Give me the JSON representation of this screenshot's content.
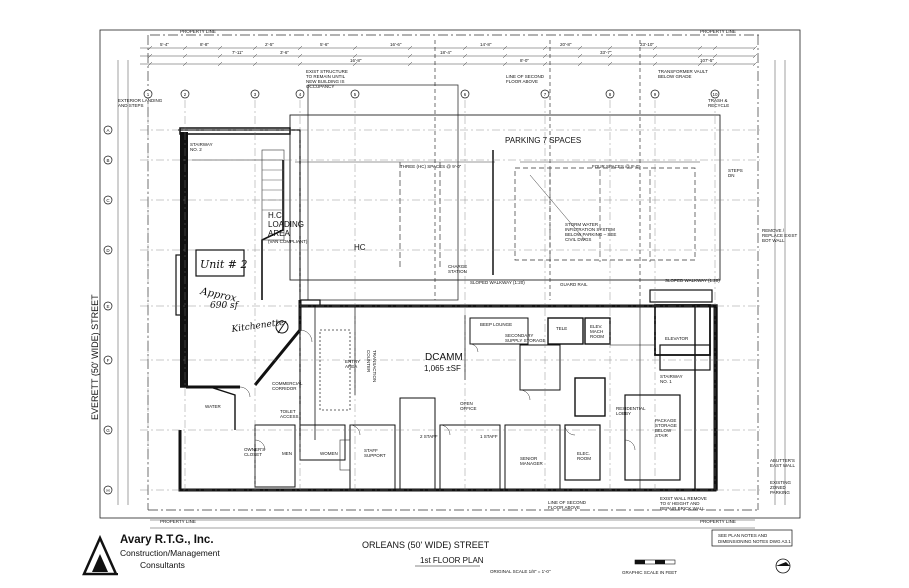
{
  "sheet": {
    "title": "1st FLOOR PLAN",
    "scale": "ORIGINAL SCALE 1/8\" = 1'-0\"",
    "graphic_scale": "GRAPHIC SCALE IN FEET",
    "notes_box": [
      "SEE PLAN NOTES AND",
      "DIMENSIONING NOTES DWG A3.1"
    ]
  },
  "company": {
    "name": "Avary R.T.G., Inc.",
    "line1": "Construction/Management",
    "line2": "Consultants"
  },
  "streets": {
    "left": "EVERETT     (50' WIDE)     STREET",
    "bottom": "ORLEANS     (50' WIDE)     STREET"
  },
  "labels": {
    "parking": "PARKING 7 SPACES",
    "hc_loading": [
      "H.C.",
      "LOADING",
      "AREA",
      "(VAN COMPLIANT)"
    ],
    "hc": "HC",
    "dcamm": [
      "DCAMM",
      "1,065 ±SF"
    ],
    "stormwater": [
      "STORM WATER",
      "INFILTRATION SYSTEM",
      "BELOW PARKING – SEE",
      "CIVIL DWGS"
    ],
    "line_second_floor": [
      "LINE OF SECOND",
      "FLOOR ABOVE"
    ],
    "exist_structure": [
      "EXIST STRUCTURE",
      "TO REMAIN UNTIL",
      "NEW BUILDING IS",
      "OCCUPANCY"
    ],
    "transformer": [
      "TRANSFORMER VAULT",
      "BELOW GRADE"
    ],
    "trash": [
      "TRASH &",
      "RECYCLE"
    ],
    "exterior_landing": [
      "EXTERIOR LANDING",
      "AND STEPS"
    ],
    "stairway_2": [
      "STAIRWAY",
      "NO. 2"
    ],
    "stairway_1": [
      "STAIRWAY",
      "NO. 1"
    ],
    "three_hc": "THREE (HC) SPACES @ 9'-0\"",
    "four_spaces": "FOUR SPACES @ 9'-0\"",
    "charge_station": [
      "CHARGE",
      "STATION"
    ],
    "sloped_walkway": "SLOPED WALKWAY (1:20)",
    "guard_rail": "GUARD RAIL",
    "entry_area": [
      "ENTRY",
      "AREA"
    ],
    "transaction": [
      "TRANSACTION",
      "COUNTER"
    ],
    "commercial_corridor": [
      "COMMERCIAL",
      "CORRIDOR"
    ],
    "open_office": [
      "OPEN",
      "OFFICE"
    ],
    "beep_lounge": "BEEP LOUNGE",
    "secondary_supply": [
      "SECONDARY",
      "SUPPLY STORAGE"
    ],
    "elev_mach": [
      "ELEV.",
      "MACH",
      "ROOM"
    ],
    "tele": "TELE",
    "elevator": "ELEVATOR",
    "residential_lobby": [
      "RESIDENTIAL",
      "LOBBY"
    ],
    "package_storage": [
      "PACKAGE",
      "STORAGE",
      "BELOW",
      "STAIR"
    ],
    "water": "WATER",
    "toilet": [
      "TOILET",
      "ACCESS"
    ],
    "men": "MEN",
    "women": "WOMEN",
    "owners_closet": [
      "OWNER'S",
      "CLOSET"
    ],
    "staff_support": [
      "STAFF",
      "SUPPORT"
    ],
    "two_staff_left": "2 STAFF",
    "one_staff": "1 STAFF",
    "senior_manager": [
      "SENIOR",
      "MANAGER"
    ],
    "elec_room": [
      "ELEC.",
      "ROOM"
    ],
    "existing_zoned": [
      "EXISTING",
      "ZONED",
      "PARKING"
    ],
    "abutters_wall": [
      "ABUTTER'S",
      "EAST WALL"
    ],
    "exist_wall_remove": [
      "EXIST WALL REMOVE",
      "TO 6' HEIGHT AND",
      "REPAIR BRICK WALL"
    ],
    "property_line": "PROPERTY LINE",
    "steps_dn": [
      "STEPS",
      "DN"
    ],
    "remove_replace": [
      "REMOVE /",
      "REPLACE EXIST",
      "BOT WALL"
    ]
  },
  "handwriting": {
    "unit": "Unit # 2",
    "approx": "Approx",
    "sf": "690 sf",
    "kitchenette": "Kitchenette"
  },
  "dimensions": [
    "5'-4\"",
    "8'-8\"",
    "7'-11\"",
    "2'-5\"",
    "3'-6\"",
    "5'-6\"",
    "16'-8\"",
    "16'-6\"",
    "18'-4\"",
    "14'-8\"",
    "8'-0\"",
    "20'-8\"",
    "33'-7\"",
    "23'-10\"",
    "107'-5\""
  ],
  "grid_columns": [
    "1",
    "2",
    "3",
    "4",
    "5",
    "6",
    "7",
    "8",
    "9",
    "10"
  ],
  "grid_rows": [
    "A",
    "B",
    "C",
    "D",
    "E",
    "F",
    "G",
    "H"
  ]
}
